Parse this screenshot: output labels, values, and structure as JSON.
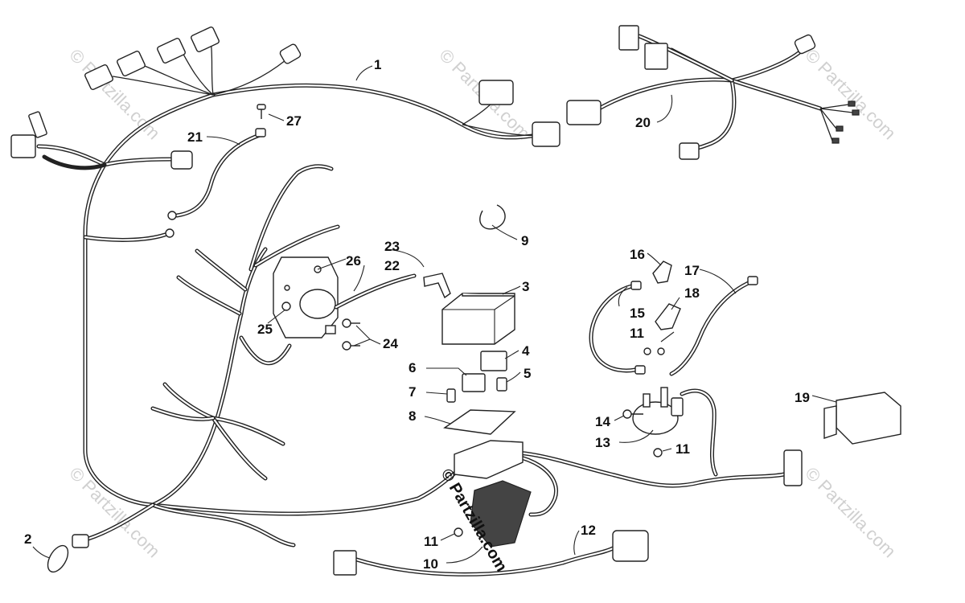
{
  "callouts": {
    "c1": "1",
    "c2": "2",
    "c3": "3",
    "c4": "4",
    "c5": "5",
    "c6": "6",
    "c7": "7",
    "c8": "8",
    "c9": "9",
    "c10": "10",
    "c11a": "11",
    "c11b": "11",
    "c11c": "11",
    "c12": "12",
    "c13": "13",
    "c14": "14",
    "c15": "15",
    "c16": "16",
    "c17": "17",
    "c18": "18",
    "c19": "19",
    "c20": "20",
    "c21": "21",
    "c22": "22",
    "c23": "23",
    "c24": "24",
    "c25": "25",
    "c26": "26",
    "c27": "27"
  },
  "watermarks": {
    "main": "© Partzilla.com",
    "tl": "© Partzilla.com",
    "tc": "© Partzilla.com",
    "tr": "© Partzilla.com",
    "bl": "© Partzilla.com",
    "br": "© Partzilla.com"
  }
}
